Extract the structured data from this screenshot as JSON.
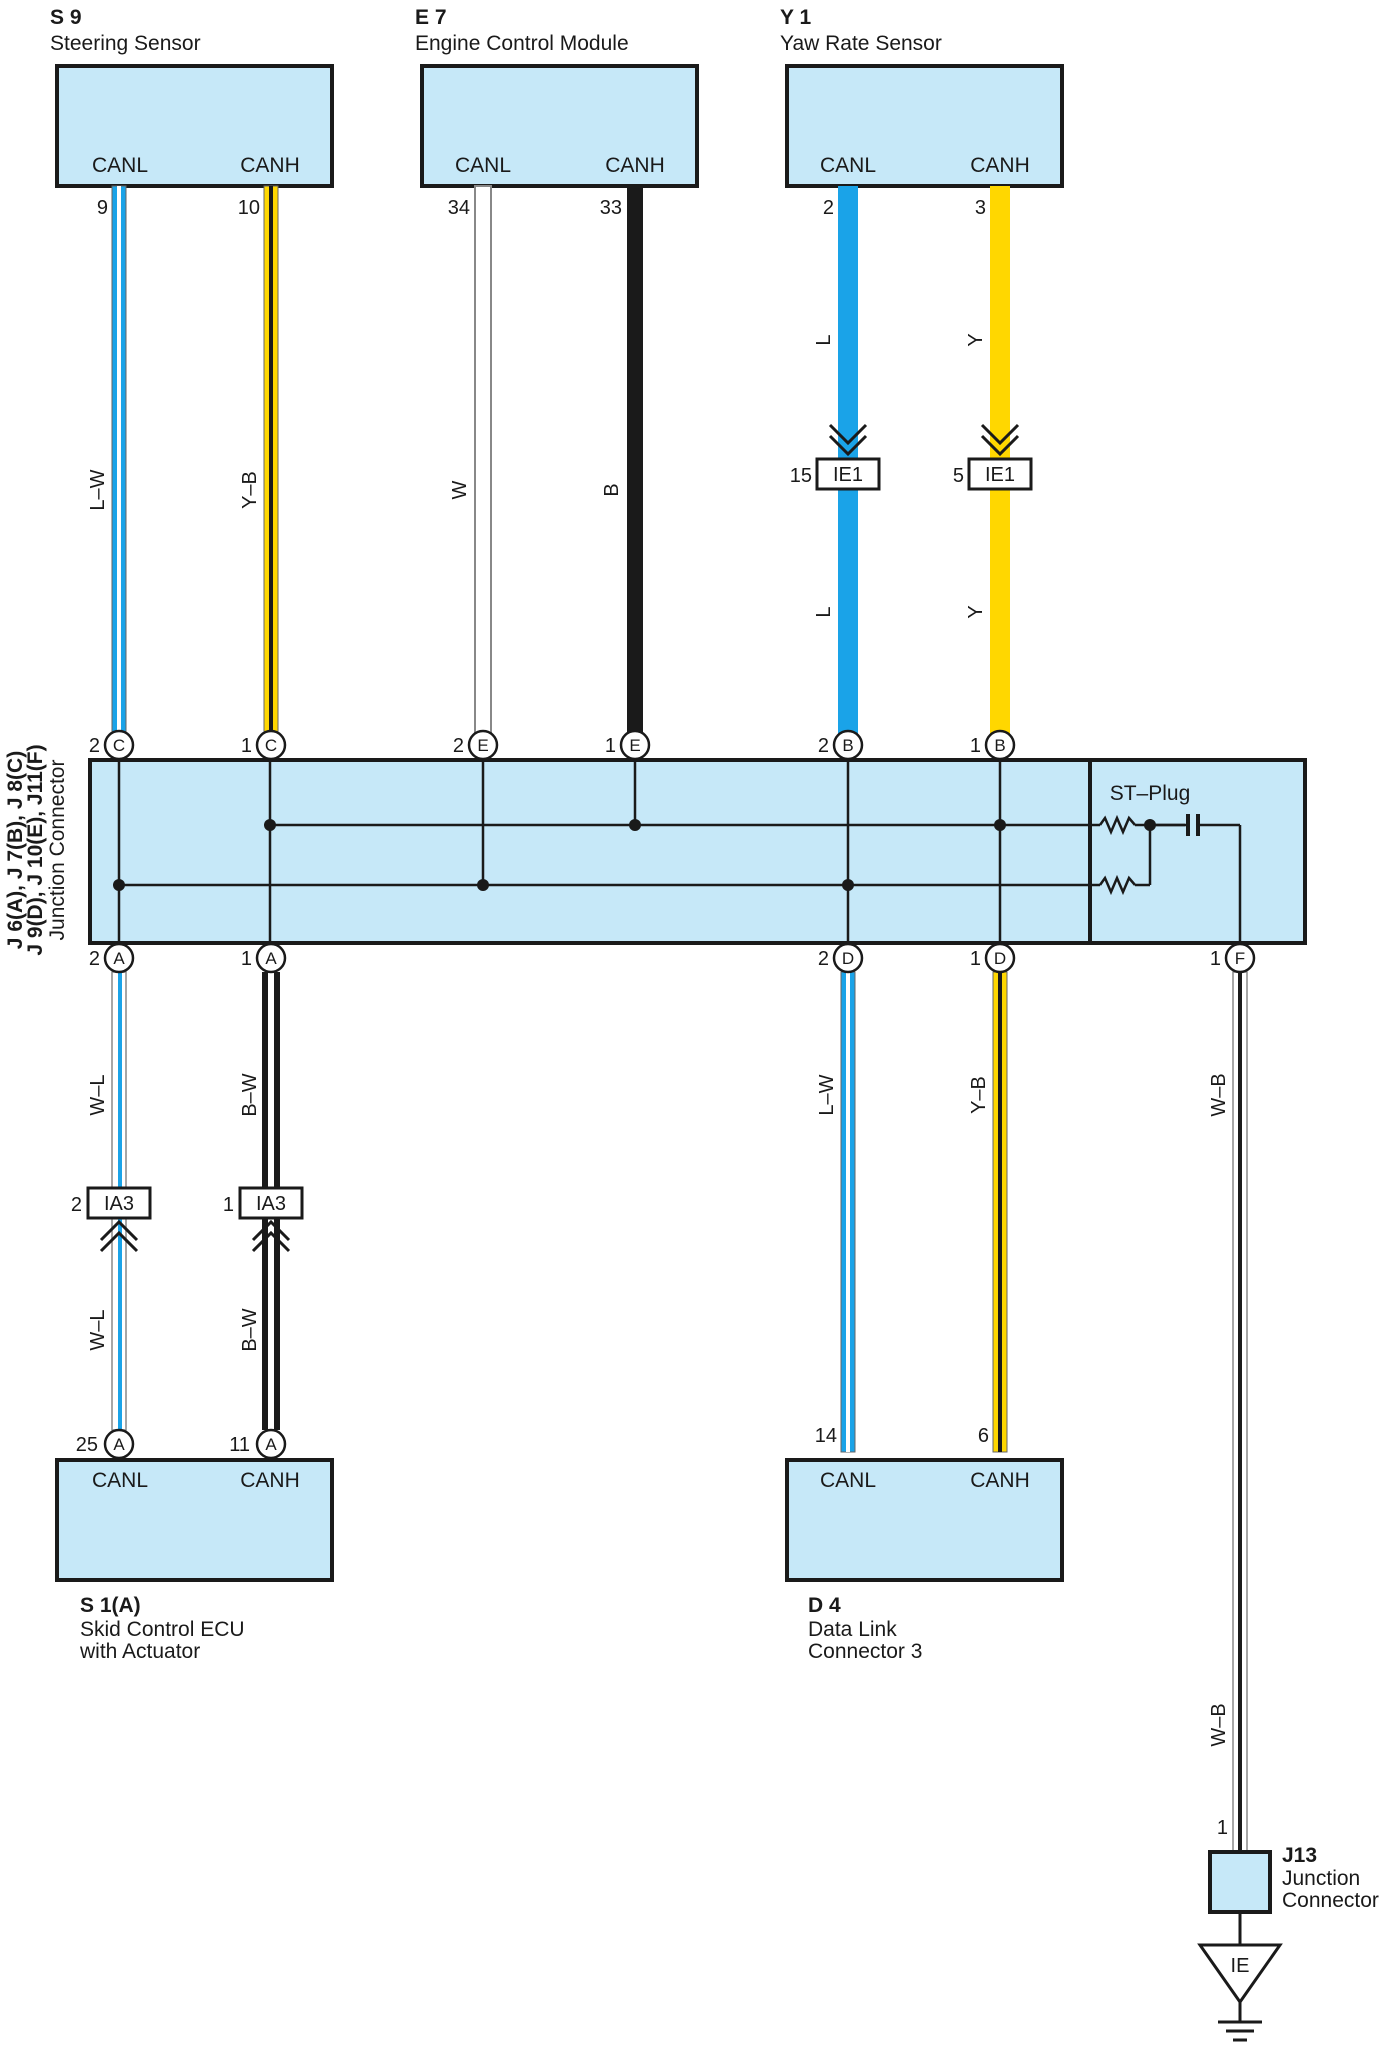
{
  "colors": {
    "box_fill": "#c6e8f8",
    "blue": "#1aa3e8",
    "yellow": "#ffd700",
    "black": "#1a1a1a",
    "white_wire": "#ffffff",
    "outline": "#888888"
  },
  "components": {
    "s9": {
      "code": "S 9",
      "name": "Steering Sensor",
      "pins": [
        "CANL",
        "CANH"
      ]
    },
    "e7": {
      "code": "E 7",
      "name": "Engine Control Module",
      "pins": [
        "CANL",
        "CANH"
      ]
    },
    "y1": {
      "code": "Y 1",
      "name": "Yaw Rate Sensor",
      "pins": [
        "CANL",
        "CANH"
      ]
    },
    "s1": {
      "code": "S 1(A)",
      "name_lines": [
        "Skid Control ECU",
        "with Actuator"
      ],
      "pins": [
        "CANL",
        "CANH"
      ]
    },
    "d4": {
      "code": "D 4",
      "name_lines": [
        "Data Link",
        "Connector 3"
      ],
      "pins": [
        "CANL",
        "CANH"
      ]
    },
    "j13": {
      "code": "J13",
      "name_lines": [
        "Junction",
        "Connector"
      ]
    },
    "junction": {
      "code_lines": [
        "J 6(A), J 7(B), J 8(C)",
        "J 9(D), J 10(E), J11(F)"
      ],
      "name": "Junction Connector",
      "st_plug": "ST–Plug"
    },
    "ground_label": "IE"
  },
  "wires": [
    {
      "id": "s9-canl",
      "color_code": "L–W",
      "top_pin": "9",
      "conn_pin": "2",
      "conn_letter": "C"
    },
    {
      "id": "s9-canh",
      "color_code": "Y–B",
      "top_pin": "10",
      "conn_pin": "1",
      "conn_letter": "C"
    },
    {
      "id": "e7-canl",
      "color_code": "W",
      "top_pin": "34",
      "conn_pin": "2",
      "conn_letter": "E"
    },
    {
      "id": "e7-canh",
      "color_code": "B",
      "top_pin": "33",
      "conn_pin": "1",
      "conn_letter": "E"
    },
    {
      "id": "y1-canl",
      "color_code": "L",
      "top_pin": "2",
      "conn_pin": "2",
      "conn_letter": "B",
      "inline": {
        "pin": "15",
        "label": "IE1"
      }
    },
    {
      "id": "y1-canh",
      "color_code": "Y",
      "top_pin": "3",
      "conn_pin": "1",
      "conn_letter": "B",
      "inline": {
        "pin": "5",
        "label": "IE1"
      }
    },
    {
      "id": "s1-canl",
      "color_code": "W–L",
      "conn_pin": "2",
      "conn_letter": "A",
      "bottom_pin": "25",
      "bottom_letter": "A",
      "inline": {
        "pin": "2",
        "label": "IA3"
      }
    },
    {
      "id": "s1-canh",
      "color_code": "B–W",
      "conn_pin": "1",
      "conn_letter": "A",
      "bottom_pin": "11",
      "bottom_letter": "A",
      "inline": {
        "pin": "1",
        "label": "IA3"
      }
    },
    {
      "id": "d4-canl",
      "color_code": "L–W",
      "conn_pin": "2",
      "conn_letter": "D",
      "bottom_pin": "14"
    },
    {
      "id": "d4-canh",
      "color_code": "Y–B",
      "conn_pin": "1",
      "conn_letter": "D",
      "bottom_pin": "6"
    },
    {
      "id": "ground",
      "color_code": "W–B",
      "conn_pin": "1",
      "conn_letter": "F",
      "bottom_pin": "1"
    }
  ]
}
